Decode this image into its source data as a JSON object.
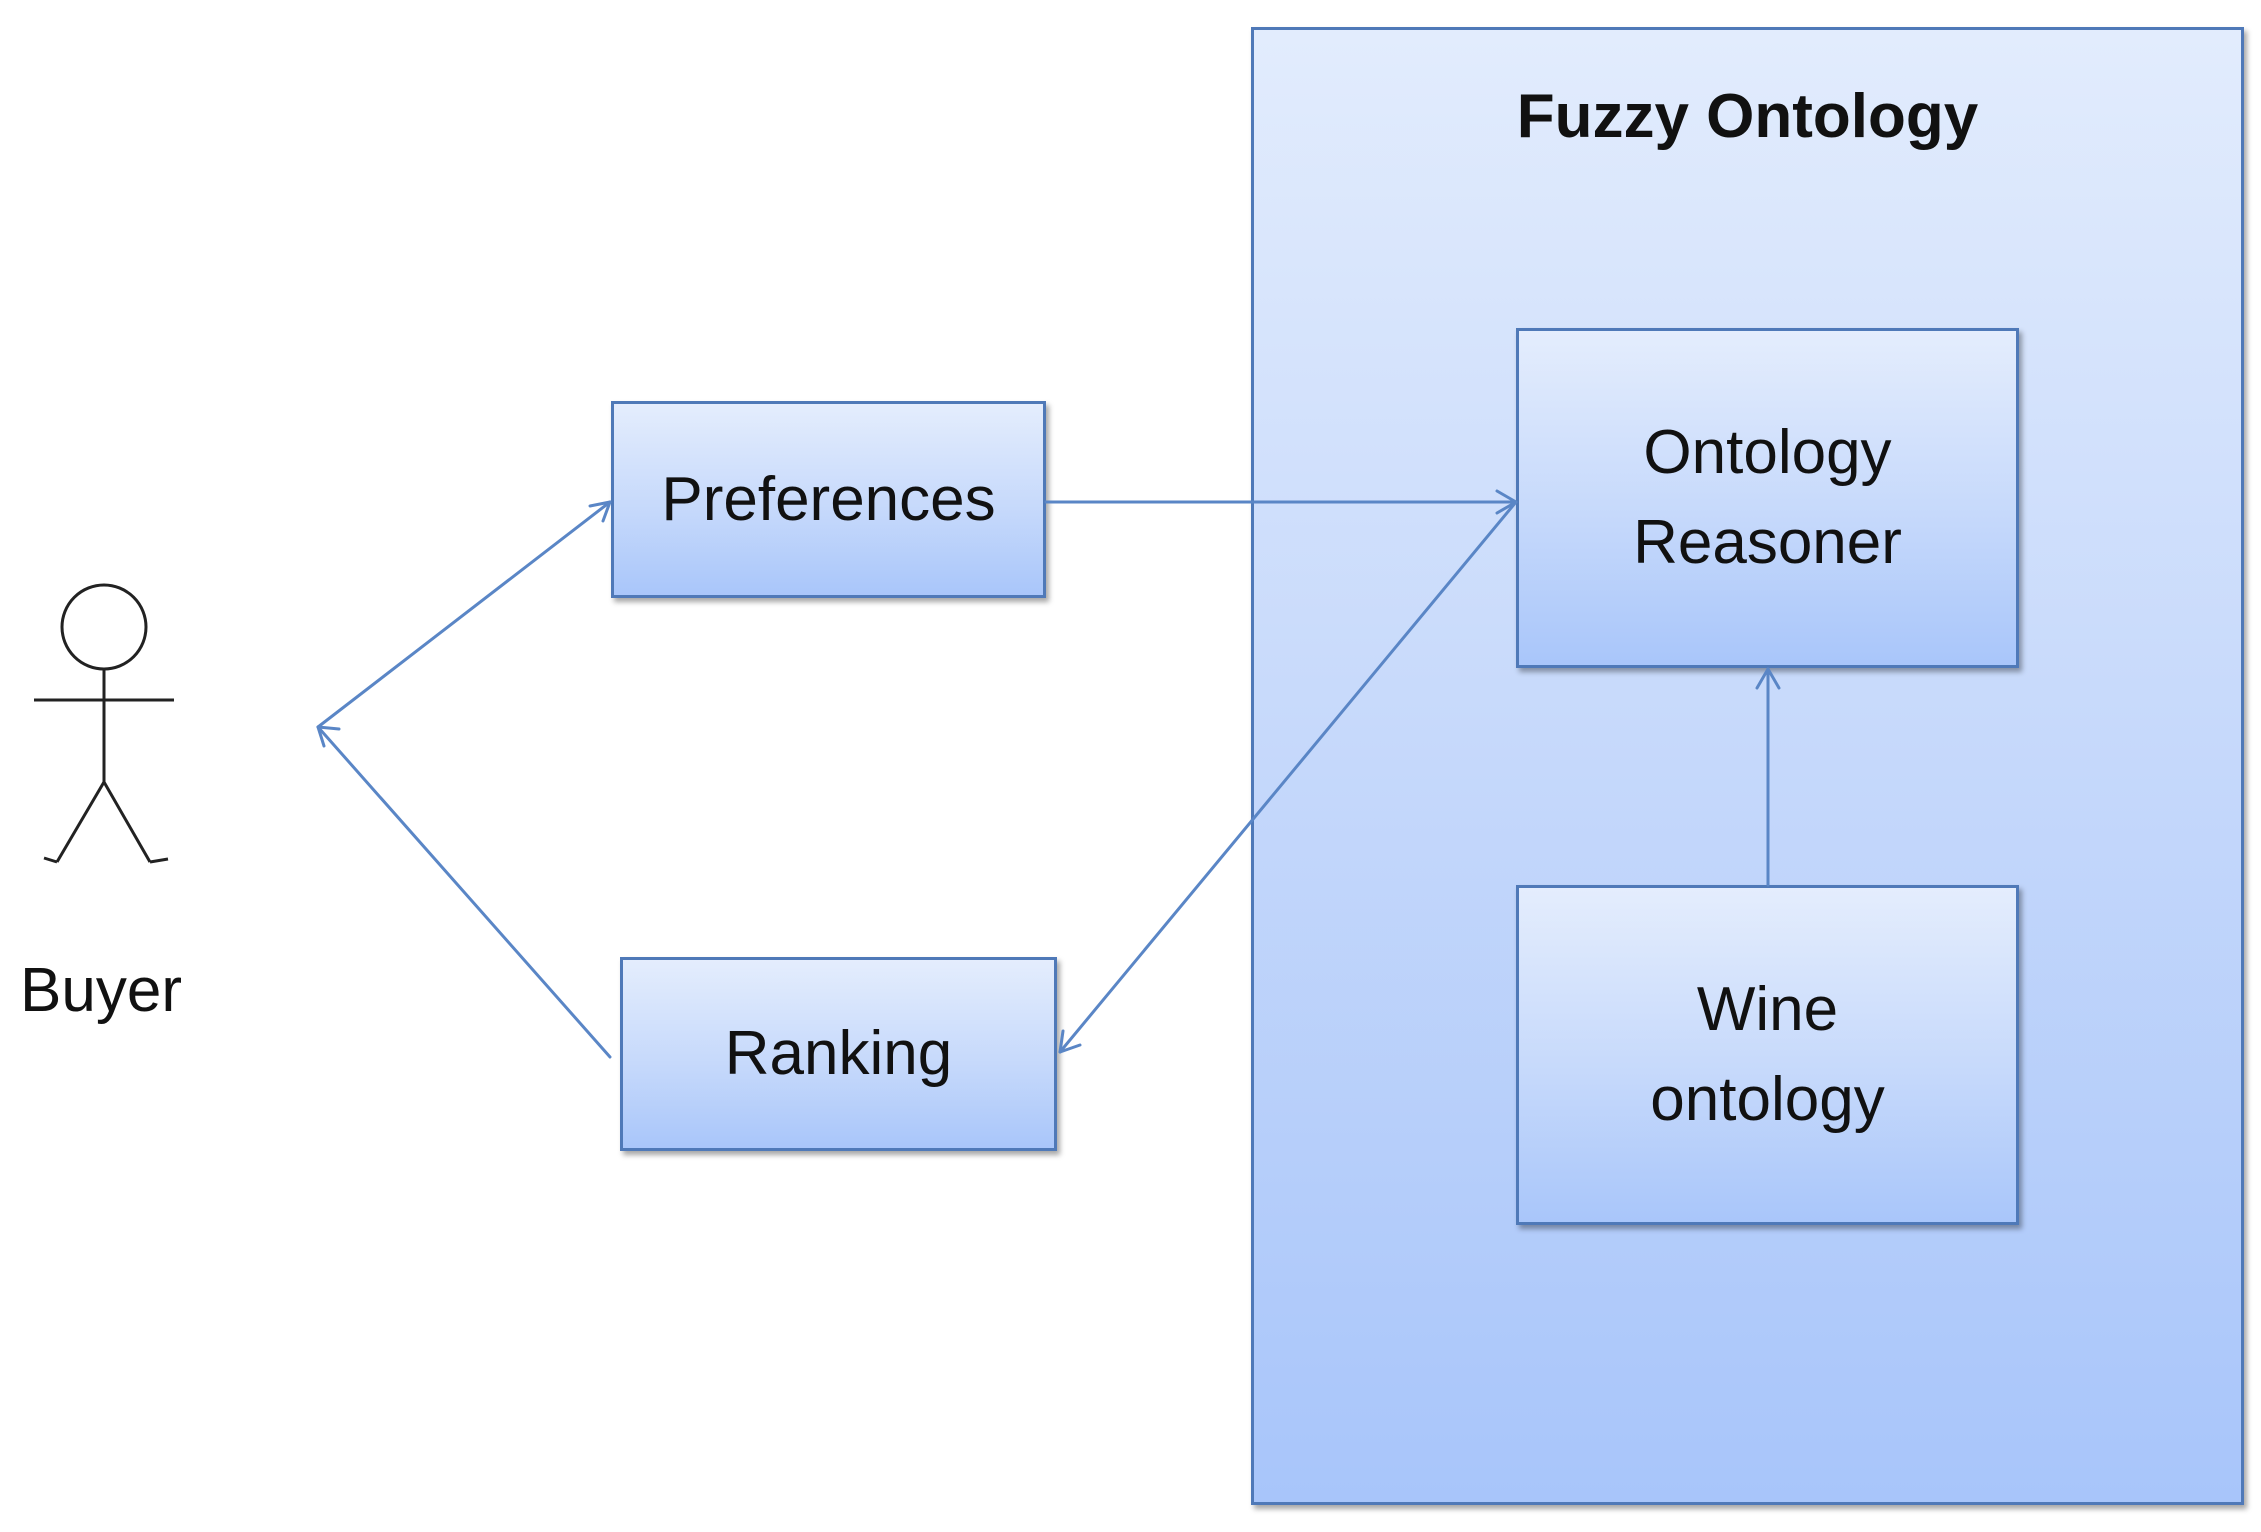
{
  "diagram": {
    "actor": {
      "label": "Buyer"
    },
    "container": {
      "title": "Fuzzy Ontology"
    },
    "nodes": {
      "preferences": "Preferences",
      "ranking": "Ranking",
      "reasoner": "Ontology\nReasoner",
      "wine": "Wine\nontology"
    },
    "edges": [
      {
        "from": "buyer",
        "to": "preferences"
      },
      {
        "from": "preferences",
        "to": "ontology-reasoner"
      },
      {
        "from": "ontology-reasoner",
        "to": "ranking"
      },
      {
        "from": "ranking",
        "to": "buyer"
      },
      {
        "from": "wine-ontology",
        "to": "ontology-reasoner"
      }
    ],
    "colors": {
      "box_border": "#4f79b8",
      "box_fill_top": "#e4edfd",
      "box_fill_bottom": "#a9c6fa",
      "connector": "#5a86c6"
    }
  }
}
